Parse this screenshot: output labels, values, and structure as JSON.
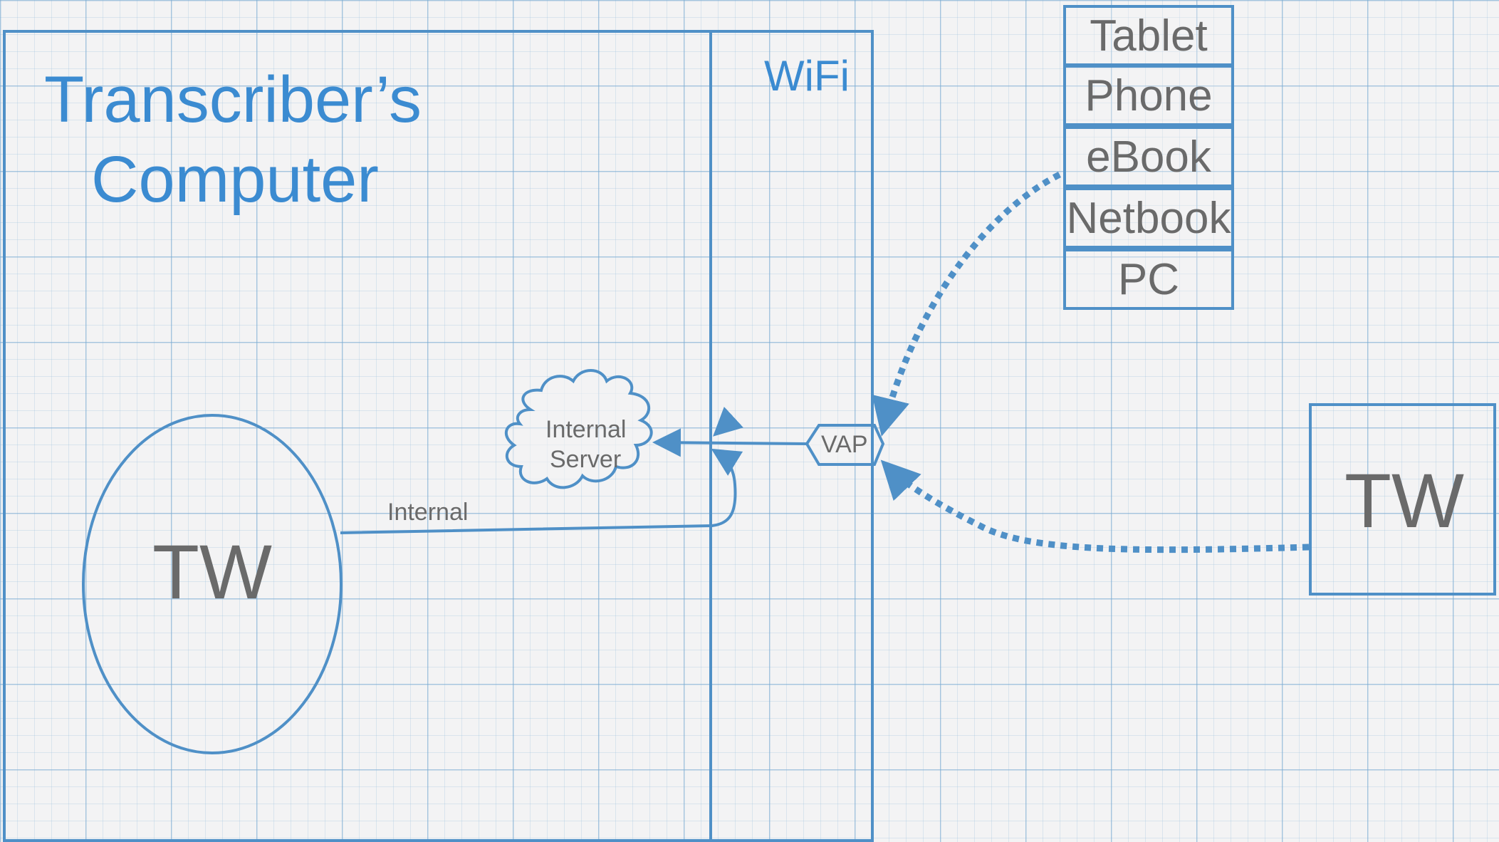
{
  "computer": {
    "title_line1": "Transcriber’s",
    "title_line2": "Computer",
    "tw_label": "TW"
  },
  "wifi": {
    "label": "WiFi"
  },
  "server": {
    "line1": "Internal",
    "line2": "Server"
  },
  "vap": {
    "label": "VAP"
  },
  "internal_link": {
    "label": "Internal"
  },
  "devices": [
    "Tablet",
    "Phone",
    "eBook",
    "Netbook",
    "PC"
  ],
  "remote_tw": {
    "label": "TW"
  },
  "colors": {
    "accent": "#4f90c7",
    "title": "#3b8bd1",
    "text": "#6a6a6a"
  }
}
